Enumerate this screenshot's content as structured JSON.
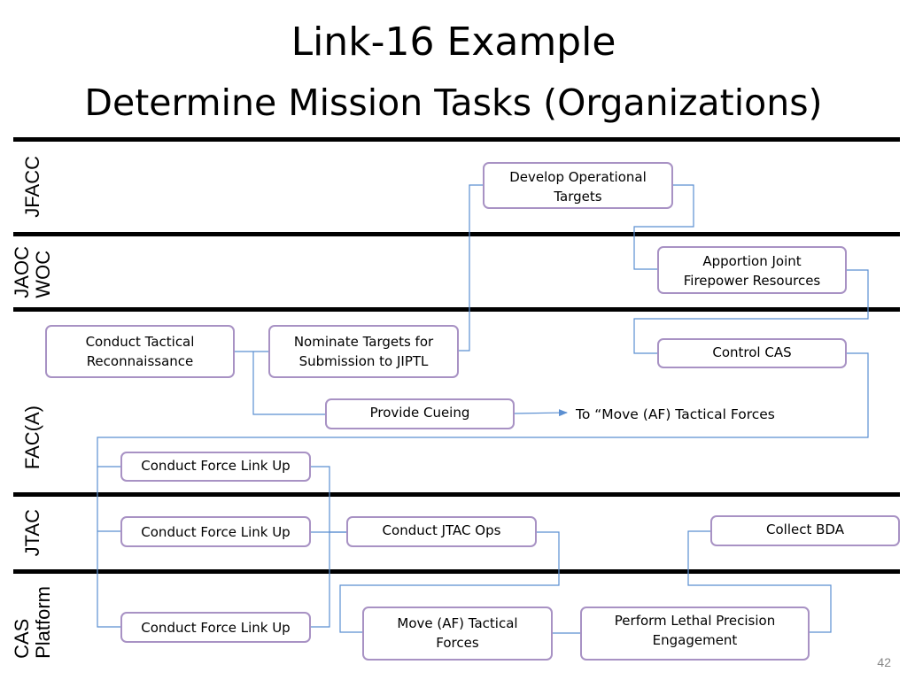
{
  "slide": {
    "title": "Link-16 Example",
    "subtitle": "Determine Mission Tasks (Organizations)",
    "page_number": "42"
  },
  "lanes": [
    {
      "id": "jfacc",
      "label": "JFACC"
    },
    {
      "id": "jaoc",
      "label": "JAOC\nWOC"
    },
    {
      "id": "faca",
      "label": "FAC(A)"
    },
    {
      "id": "jtac",
      "label": "JTAC"
    },
    {
      "id": "cas",
      "label": "CAS\nPlatform"
    }
  ],
  "tasks": {
    "develop_targets": "Develop Operational\nTargets",
    "apportion": "Apportion Joint\nFirepower Resources",
    "conduct_recon": "Conduct Tactical\nReconnaissance",
    "nominate_targets": "Nominate Targets for\nSubmission to JIPTL",
    "control_cas": "Control CAS",
    "provide_cueing": "Provide Cueing",
    "link_up_faca": "Conduct Force Link Up",
    "link_up_jtac": "Conduct Force Link Up",
    "jtac_ops": "Conduct JTAC Ops",
    "collect_bda": "Collect BDA",
    "link_up_cas": "Conduct Force Link Up",
    "move_forces": "Move (AF) Tactical\nForces",
    "perform_engagement": "Perform Lethal Precision\nEngagement"
  },
  "notes": {
    "cueing_target": "To “Move (AF) Tactical Forces"
  },
  "colors": {
    "box_border": "#a892c4",
    "connector": "#5b8fd1",
    "divider": "#000000"
  }
}
